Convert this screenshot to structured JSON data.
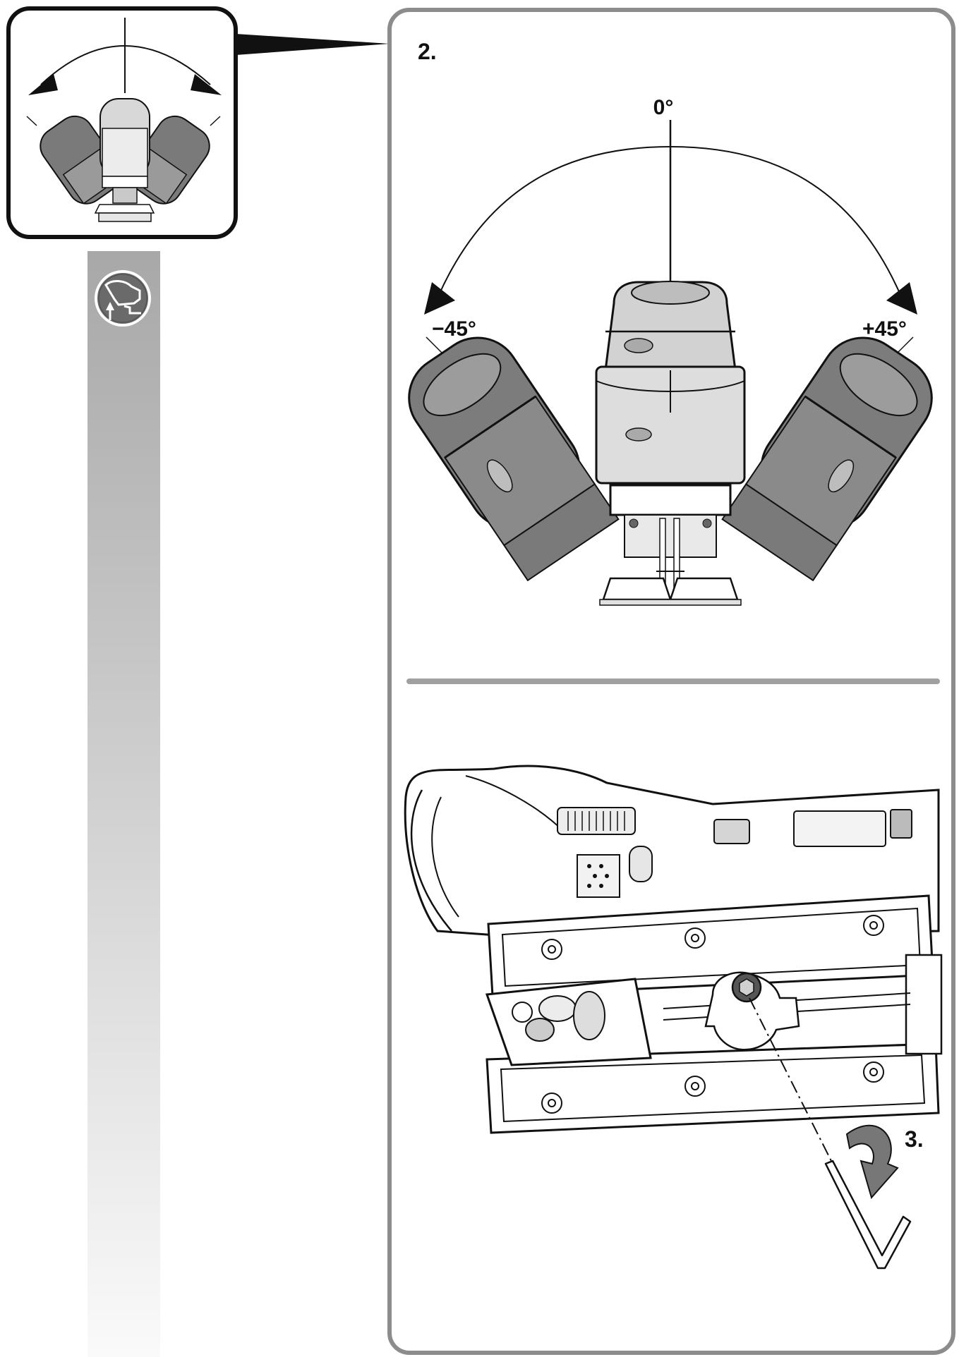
{
  "colors": {
    "ink": "#111111",
    "frame": "#8c8c8c",
    "divider": "#a0a0a0",
    "tool_dark": "#6e6e6e",
    "tool_mid": "#9a9a9a",
    "tool_light": "#c9c9c9",
    "tool_pale": "#e6e6e6",
    "strip_top": "#a8a8a8",
    "strip_bottom": "#fafafa"
  },
  "step_two": {
    "label": "2.",
    "angle_center": "0°",
    "angle_left": "−45°",
    "angle_right": "+45°"
  },
  "step_three": {
    "label": "3."
  },
  "icons": {
    "inset_detail": "jigsaw-bevel-detail-icon",
    "side_badge": "jigsaw-adjust-badge-icon",
    "rotation_arrow": "clockwise-arrow-icon",
    "hex_key": "hex-key-icon"
  }
}
